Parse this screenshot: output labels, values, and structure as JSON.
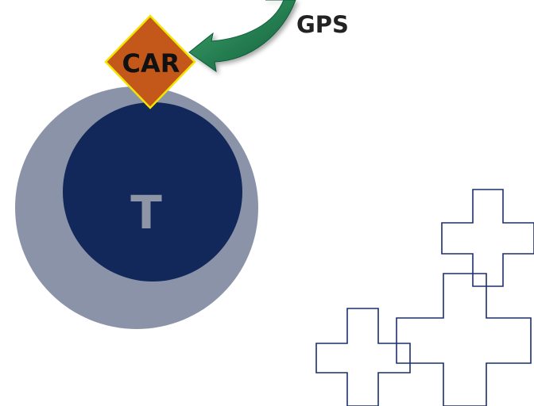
{
  "labels": {
    "gps": "GPS",
    "car": "CAR",
    "target": "T"
  },
  "colors": {
    "outer_circle": "#8A93A8",
    "inner_circle": "#13285A",
    "target_text": "#8E96A6",
    "car_fill": "#C4581A",
    "car_stroke": "#F2E500",
    "gps_arrow_light": "#3FA46A",
    "gps_arrow_dark": "#0E5C3A",
    "cross_stroke": "#1B2F6E",
    "text": "#222222"
  }
}
